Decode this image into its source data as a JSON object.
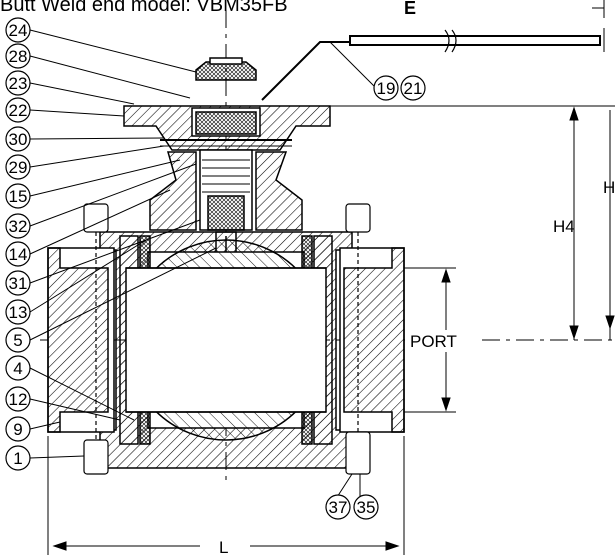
{
  "title": "Butt Weld end model: VBM35FB",
  "dim_e": "E",
  "dims": {
    "h4": "H4",
    "h_right": "H",
    "port": "PORT",
    "length": "L"
  },
  "callouts": [
    "24",
    "28",
    "23",
    "22",
    "30",
    "29",
    "15",
    "32",
    "14",
    "31",
    "13",
    "5",
    "4",
    "12",
    "9",
    "1"
  ],
  "bottom_callouts": [
    "37",
    "35"
  ],
  "handle_callouts": [
    "19",
    "21"
  ]
}
